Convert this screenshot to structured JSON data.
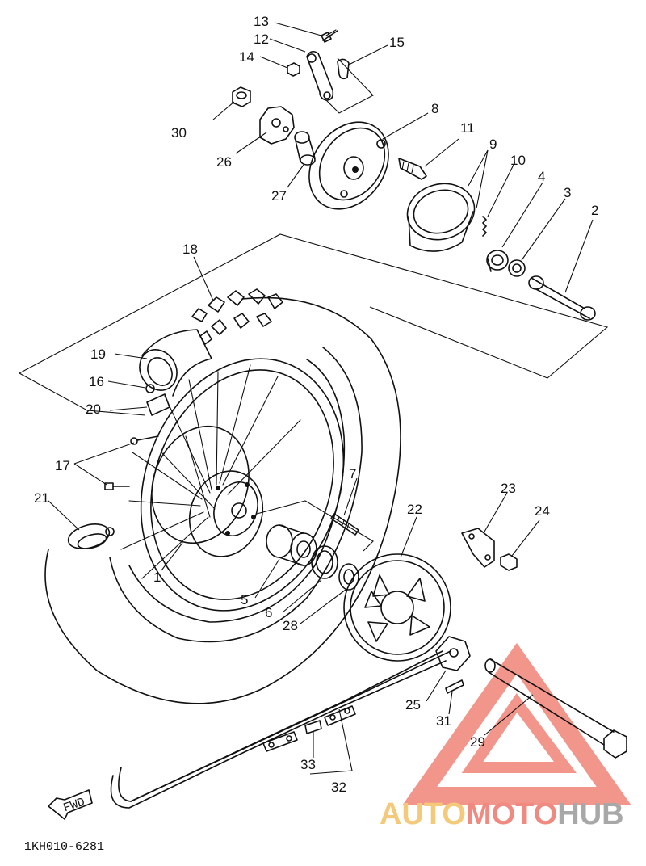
{
  "diagram_code": "1KH010-6281",
  "fwd_label": "FWD",
  "watermark": {
    "part1": "AUTO",
    "part2": "MOTO",
    "part3": "HUB",
    "color_auto": "#f5c97a",
    "color_moto": "#f08a80",
    "color_hub": "#a8a8a8",
    "triangle_color": "#ef7a6e"
  },
  "callouts": {
    "c1": "1",
    "c2": "2",
    "c3": "3",
    "c4": "4",
    "c5": "5",
    "c6": "6",
    "c7": "7",
    "c8": "8",
    "c9": "9",
    "c10": "10",
    "c11": "11",
    "c12": "12",
    "c13": "13",
    "c14": "14",
    "c15": "15",
    "c16": "16",
    "c17": "17",
    "c18": "18",
    "c19": "19",
    "c20": "20",
    "c21": "21",
    "c22": "22",
    "c23": "23",
    "c24": "24",
    "c25": "25",
    "c26": "26",
    "c27": "27",
    "c28": "28",
    "c29": "29",
    "c30": "30",
    "c31": "31",
    "c32": "32",
    "c33": "33"
  }
}
